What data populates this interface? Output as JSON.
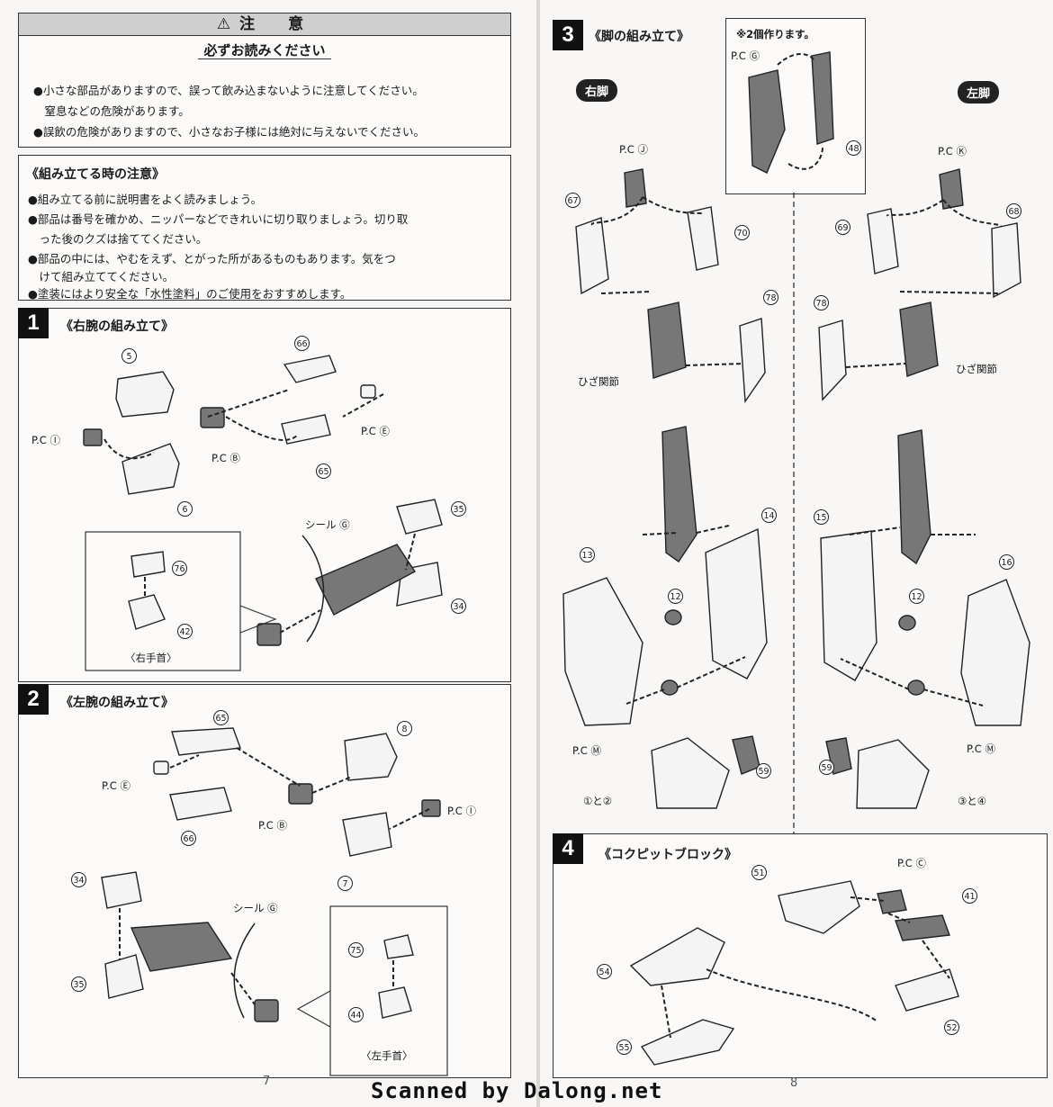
{
  "caution": {
    "title": "注　意",
    "subtitle": "必ずお読みください",
    "lines": [
      "●小さな部品がありますので、誤って飲み込まないように注意してください。",
      "　窒息などの危険があります。",
      "●誤飲の危険がありますので、小さなお子様には絶対に与えないでください。"
    ]
  },
  "assembly_notes": {
    "title": "《組み立てる時の注意》",
    "lines": [
      "●組み立てる前に説明書をよく読みましょう。",
      "●部品は番号を確かめ、ニッパーなどできれいに切り取りましょう。切り取",
      "　った後のクズは捨ててください。",
      "●部品の中には、やむをえず、とがった所があるものもあります。気をつ",
      "　けて組み立ててください。",
      "●塗装にはより安全な「水性塗料」のご使用をおすすめします。"
    ]
  },
  "step1": {
    "number": "1",
    "title": "《右腕の組み立て》",
    "labels": {
      "pc_i": "P.C Ⓘ",
      "pc_b": "P.C Ⓑ",
      "pc_e": "P.C Ⓔ",
      "seal": "シール Ⓖ",
      "wrist": "〈右手首〉"
    },
    "parts": [
      "5",
      "66",
      "6",
      "65",
      "35",
      "34",
      "76",
      "42"
    ]
  },
  "step2": {
    "number": "2",
    "title": "《左腕の組み立て》",
    "labels": {
      "pc_e": "P.C Ⓔ",
      "pc_b": "P.C Ⓑ",
      "pc_i": "P.C Ⓘ",
      "seal": "シール Ⓖ",
      "wrist": "〈左手首〉"
    },
    "parts": [
      "65",
      "8",
      "66",
      "7",
      "34",
      "35",
      "75",
      "44"
    ]
  },
  "step3": {
    "number": "3",
    "title": "《脚の組み立て》",
    "note": "※2個作ります。",
    "right_leg": "右脚",
    "left_leg": "左脚",
    "labels": {
      "pc_g": "P.C Ⓖ",
      "pc_j": "P.C Ⓙ",
      "pc_k": "P.C Ⓚ",
      "knee_r": "ひざ関節",
      "knee_l": "ひざ関節",
      "pc_m_r": "P.C Ⓜ",
      "pc_m_l": "P.C Ⓜ",
      "pair_r": "①と②",
      "pair_l": "③と④"
    },
    "parts": [
      "48",
      "67",
      "70",
      "78",
      "68",
      "69",
      "78",
      "13",
      "14",
      "12",
      "59",
      "15",
      "16",
      "12",
      "59"
    ]
  },
  "step4": {
    "number": "4",
    "title": "《コクピットブロック》",
    "labels": {
      "pc_c": "P.C Ⓒ"
    },
    "parts": [
      "51",
      "41",
      "54",
      "52",
      "55"
    ]
  },
  "page_numbers": {
    "left": "7",
    "right": "8"
  },
  "credit": "Scanned by Dalong.net"
}
